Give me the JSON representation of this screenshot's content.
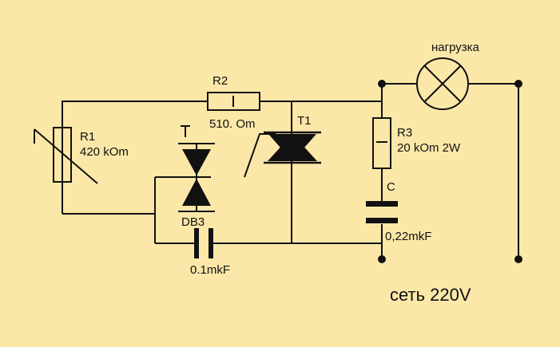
{
  "colors": {
    "background": "#fbe8a8",
    "ink": "#111111"
  },
  "labels": {
    "load": "нагрузка",
    "r2_name": "R2",
    "r2_value": "510. Om",
    "r1_name": "R1",
    "r1_value": "420 kOm",
    "t1_name": "T1",
    "r3_name": "R3",
    "r3_value": "20 kOm 2W",
    "c_name": "C",
    "c_value": "0,22mkF",
    "db3_name": "DB3",
    "cap_value": "0.1mkF",
    "mains": "сеть 220V"
  }
}
